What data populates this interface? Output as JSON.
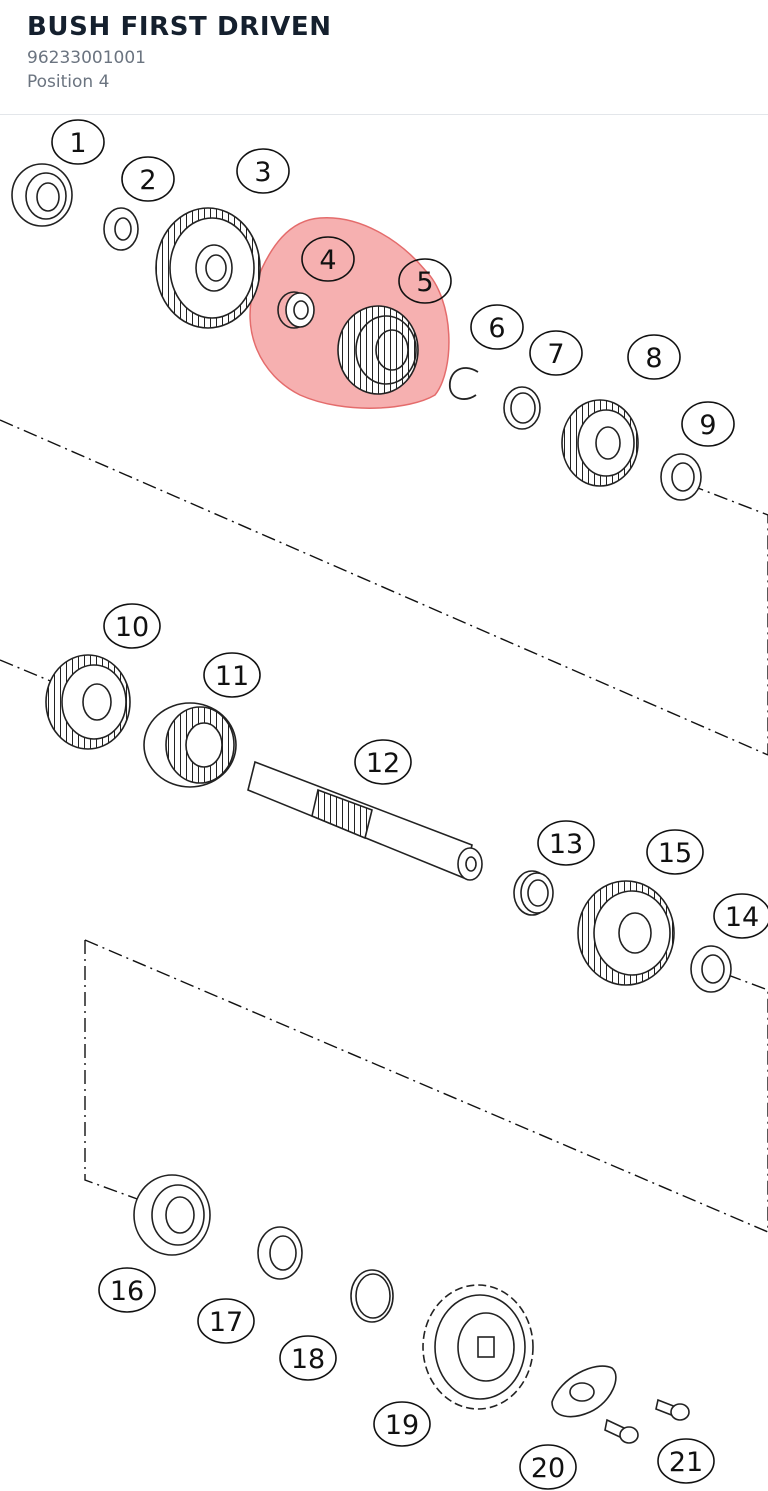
{
  "header": {
    "title": "BUSH FIRST DRIVEN",
    "part_number": "96233001001",
    "position": "Position 4"
  },
  "diagram": {
    "highlighted_position": "4",
    "highlight_color": "#f08080",
    "callouts": [
      "1",
      "2",
      "3",
      "4",
      "5",
      "6",
      "7",
      "8",
      "9",
      "10",
      "11",
      "12",
      "13",
      "14",
      "15",
      "16",
      "17",
      "18",
      "19",
      "20",
      "21"
    ]
  }
}
